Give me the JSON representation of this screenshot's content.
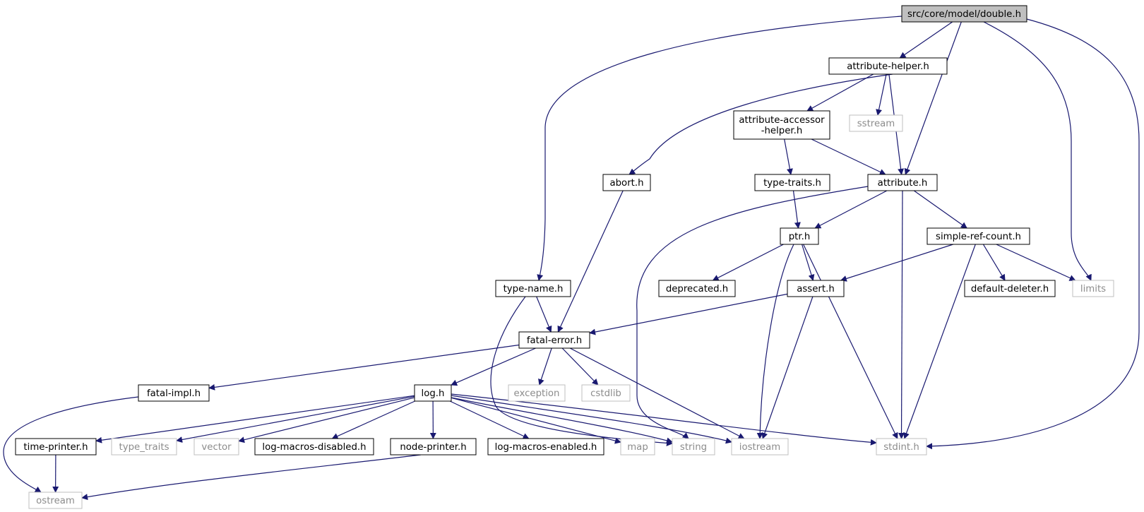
{
  "style": {
    "edge_color": "#191970",
    "root_fill": "#bfbfbf",
    "node_border": "#000000",
    "external_border": "#bfbfbf",
    "external_text": "#8c8c8c"
  },
  "nodes": [
    {
      "id": "double",
      "label": "src/core/model/double.h",
      "kind": "root"
    },
    {
      "id": "attribute-helper",
      "label": "attribute-helper.h",
      "kind": "file"
    },
    {
      "id": "attribute-accessor-helper",
      "label": "attribute-accessor\n-helper.h",
      "kind": "file"
    },
    {
      "id": "sstream",
      "label": "sstream",
      "kind": "external"
    },
    {
      "id": "abort",
      "label": "abort.h",
      "kind": "file"
    },
    {
      "id": "type-traits",
      "label": "type-traits.h",
      "kind": "file"
    },
    {
      "id": "attribute",
      "label": "attribute.h",
      "kind": "file"
    },
    {
      "id": "ptr",
      "label": "ptr.h",
      "kind": "file"
    },
    {
      "id": "simple-ref-count",
      "label": "simple-ref-count.h",
      "kind": "file"
    },
    {
      "id": "type-name",
      "label": "type-name.h",
      "kind": "file"
    },
    {
      "id": "deprecated",
      "label": "deprecated.h",
      "kind": "file"
    },
    {
      "id": "assert",
      "label": "assert.h",
      "kind": "file"
    },
    {
      "id": "default-deleter",
      "label": "default-deleter.h",
      "kind": "file"
    },
    {
      "id": "limits",
      "label": "limits",
      "kind": "external"
    },
    {
      "id": "fatal-error",
      "label": "fatal-error.h",
      "kind": "file"
    },
    {
      "id": "fatal-impl",
      "label": "fatal-impl.h",
      "kind": "file"
    },
    {
      "id": "log",
      "label": "log.h",
      "kind": "file"
    },
    {
      "id": "exception",
      "label": "exception",
      "kind": "external"
    },
    {
      "id": "cstdlib",
      "label": "cstdlib",
      "kind": "external"
    },
    {
      "id": "time-printer",
      "label": "time-printer.h",
      "kind": "file"
    },
    {
      "id": "type_traits",
      "label": "type_traits",
      "kind": "external"
    },
    {
      "id": "vector",
      "label": "vector",
      "kind": "external"
    },
    {
      "id": "log-macros-disabled",
      "label": "log-macros-disabled.h",
      "kind": "file"
    },
    {
      "id": "node-printer",
      "label": "node-printer.h",
      "kind": "file"
    },
    {
      "id": "log-macros-enabled",
      "label": "log-macros-enabled.h",
      "kind": "file"
    },
    {
      "id": "map",
      "label": "map",
      "kind": "external"
    },
    {
      "id": "string",
      "label": "string",
      "kind": "external"
    },
    {
      "id": "iostream",
      "label": "iostream",
      "kind": "external"
    },
    {
      "id": "stdint",
      "label": "stdint.h",
      "kind": "external"
    },
    {
      "id": "ostream",
      "label": "ostream",
      "kind": "external"
    }
  ],
  "edges": [
    {
      "from": "double",
      "to": "attribute-helper"
    },
    {
      "from": "double",
      "to": "attribute"
    },
    {
      "from": "double",
      "to": "type-name"
    },
    {
      "from": "double",
      "to": "limits"
    },
    {
      "from": "double",
      "to": "stdint"
    },
    {
      "from": "attribute-helper",
      "to": "attribute-accessor-helper"
    },
    {
      "from": "attribute-helper",
      "to": "sstream"
    },
    {
      "from": "attribute-helper",
      "to": "abort"
    },
    {
      "from": "attribute-helper",
      "to": "attribute"
    },
    {
      "from": "attribute-accessor-helper",
      "to": "type-traits"
    },
    {
      "from": "attribute-accessor-helper",
      "to": "attribute"
    },
    {
      "from": "abort",
      "to": "fatal-error"
    },
    {
      "from": "type-traits",
      "to": "ptr"
    },
    {
      "from": "attribute",
      "to": "ptr"
    },
    {
      "from": "attribute",
      "to": "simple-ref-count"
    },
    {
      "from": "attribute",
      "to": "string"
    },
    {
      "from": "attribute",
      "to": "stdint"
    },
    {
      "from": "ptr",
      "to": "deprecated"
    },
    {
      "from": "ptr",
      "to": "assert"
    },
    {
      "from": "ptr",
      "to": "iostream"
    },
    {
      "from": "ptr",
      "to": "stdint"
    },
    {
      "from": "simple-ref-count",
      "to": "assert"
    },
    {
      "from": "simple-ref-count",
      "to": "default-deleter"
    },
    {
      "from": "simple-ref-count",
      "to": "limits"
    },
    {
      "from": "simple-ref-count",
      "to": "stdint"
    },
    {
      "from": "type-name",
      "to": "fatal-error"
    },
    {
      "from": "type-name",
      "to": "string"
    },
    {
      "from": "assert",
      "to": "fatal-error"
    },
    {
      "from": "assert",
      "to": "iostream"
    },
    {
      "from": "fatal-error",
      "to": "fatal-impl"
    },
    {
      "from": "fatal-error",
      "to": "log"
    },
    {
      "from": "fatal-error",
      "to": "exception"
    },
    {
      "from": "fatal-error",
      "to": "cstdlib"
    },
    {
      "from": "fatal-error",
      "to": "iostream"
    },
    {
      "from": "fatal-impl",
      "to": "ostream"
    },
    {
      "from": "log",
      "to": "time-printer"
    },
    {
      "from": "log",
      "to": "type_traits"
    },
    {
      "from": "log",
      "to": "vector"
    },
    {
      "from": "log",
      "to": "log-macros-disabled"
    },
    {
      "from": "log",
      "to": "node-printer"
    },
    {
      "from": "log",
      "to": "log-macros-enabled"
    },
    {
      "from": "log",
      "to": "map"
    },
    {
      "from": "log",
      "to": "string"
    },
    {
      "from": "log",
      "to": "iostream"
    },
    {
      "from": "log",
      "to": "stdint"
    },
    {
      "from": "time-printer",
      "to": "ostream"
    },
    {
      "from": "node-printer",
      "to": "ostream"
    }
  ]
}
